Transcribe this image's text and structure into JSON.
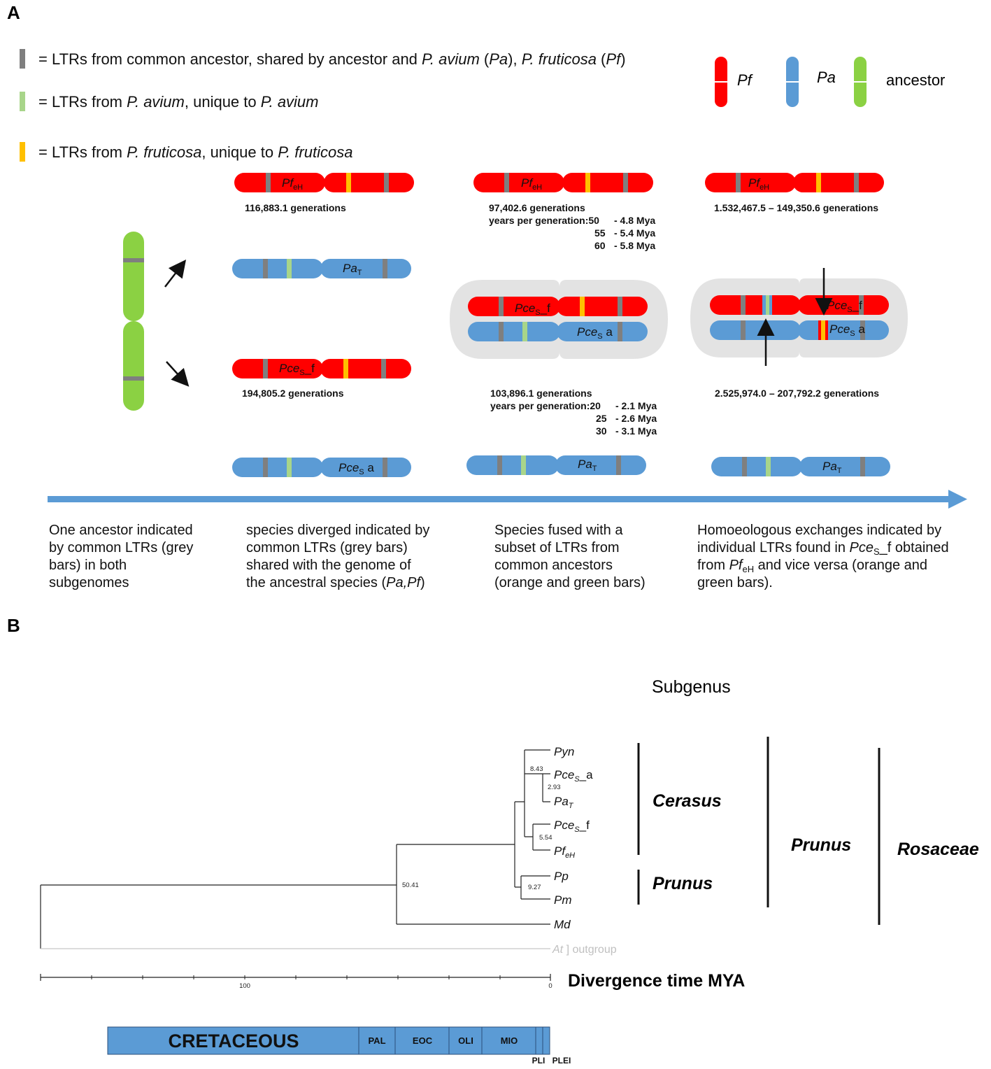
{
  "panelA": {
    "letter": "A",
    "legend": {
      "eq": "= ",
      "grey": {
        "a": "LTRs from common ancestor, shared by ancestor and ",
        "pa_sp": "P. avium",
        "b": " (",
        "pa": "Pa",
        "c": "), ",
        "pf_sp": "P. fruticosa",
        "d": " (",
        "pf": "Pf",
        "e": ")"
      },
      "green": {
        "a": "LTRs from ",
        "sp1": "P. avium",
        "b": ", unique to ",
        "sp2": "P. avium"
      },
      "orange": {
        "a": "LTRs from ",
        "sp1": "P. fruticosa",
        "b": ", unique to ",
        "sp2": "P. fruticosa"
      },
      "chrom_key": {
        "pf": "Pf",
        "pa": "Pa",
        "ancestor": "ancestor"
      }
    },
    "labels": {
      "pf": "Pf",
      "pf_sub": "eH",
      "pa": "Pa",
      "pa_sub": "T",
      "pce": "Pce",
      "pce_sub": "S",
      "f_suffix": "_f",
      "a_suffix": "_a",
      "a_suffix_space": " a"
    },
    "stage1": {
      "gen_top": "116,883.1 generations",
      "gen_bottom": "194,805.2 generations"
    },
    "stage2": {
      "gen_top": "97,402.6 generations",
      "ypg_top": [
        "years per generation:50",
        "- 4.8 Mya",
        "55",
        "- 5.4 Mya",
        "60",
        "- 5.8 Mya"
      ],
      "gen_bottom": "103,896.1 generations",
      "ypg_bottom": [
        "years per generation:20",
        "- 2.1 Mya",
        "25",
        "- 2.6 Mya",
        "30",
        "- 3.1 Mya"
      ]
    },
    "stage3": {
      "gen_top": "1.532,467.5 – 149,350.6 generations",
      "gen_bottom": "2.525,974.0 – 207,792.2 generations"
    },
    "captions": {
      "c1": [
        "One ancestor indicated",
        "by common LTRs (grey",
        "bars) in both",
        "subgenomes"
      ],
      "c2": [
        "species diverged indicated by",
        "common LTRs (grey bars)",
        "shared with the genome of",
        "the ancestral species ("
      ],
      "c2_species": "Pa,Pf",
      "c2_end": ")",
      "c3": [
        "Species fused with a",
        "subset of LTRs from",
        "common ancestors",
        "(orange and green bars)"
      ],
      "c4_l1": "Homoeologous exchanges indicated by",
      "c4_l2a": "individual LTRs found in ",
      "c4_l2b": "_f obtained",
      "c4_l3a": "from ",
      "c4_l3b": " and vice versa (orange and",
      "c4_l4": "green bars)."
    },
    "colors": {
      "pf": "#ff0000",
      "pa": "#5b9bd5",
      "ancestor": "#8bd143",
      "grey": "#7f7f7f",
      "green_ltr": "#a8d58a",
      "orange_ltr": "#ffc000",
      "arrow": "#5b9bd5"
    }
  },
  "panelB": {
    "letter": "B",
    "subgenus_title": "Subgenus",
    "taxa": {
      "pyn": "Pyn",
      "pces": "Pce",
      "pces_sub": "S",
      "a": "_a",
      "f": "_f",
      "pa": "Pa",
      "pa_sub": "T",
      "pf": "Pf",
      "pf_sub": "eH",
      "pp": "Pp",
      "pm": "Pm",
      "md": "Md",
      "at": "At",
      "outgroup": " ] outgroup"
    },
    "node_labels": [
      "8.43",
      "2.93",
      "5.54",
      "9.27",
      "50.41"
    ],
    "groups": {
      "cerasus": "Cerasus",
      "prunus_sub": "Prunus",
      "prunus_genus": "Prunus",
      "rosaceae": "Rosaceae"
    },
    "axis": {
      "title": "Divergence time MYA",
      "ticks": [
        "100",
        "0"
      ]
    },
    "eras": [
      "CRETACEOUS",
      "PAL",
      "EOC",
      "OLI",
      "MIO",
      "PLI",
      "PLEI"
    ],
    "colors": {
      "era": "#5b9bd5"
    }
  }
}
